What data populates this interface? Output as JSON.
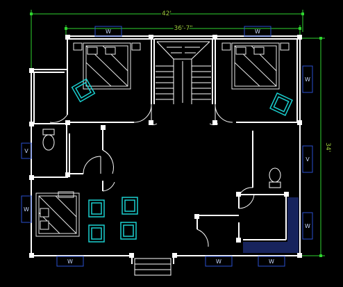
{
  "dimensions": {
    "overall_width": "42'",
    "inner_width": "36'-7\"",
    "overall_depth": "34'"
  },
  "window_tags": {
    "w_top_left": "W",
    "w_top_right": "W",
    "w_right_1": "W",
    "v_right": "V",
    "w_right_2": "W",
    "v_left": "V",
    "w_left": "W",
    "w_bottom_1": "W",
    "w_bottom_2": "W",
    "w_bottom_3": "W"
  },
  "colors": {
    "background": "#000000",
    "walls": "#ffffff",
    "dimension_lines": "#2fd42f",
    "dimension_text": "#9ccc3c",
    "window_tags": "#2a4fd0",
    "furniture": "#e8e8e8",
    "chairs": "#1ad0d0",
    "hatch": "#3050d0"
  }
}
